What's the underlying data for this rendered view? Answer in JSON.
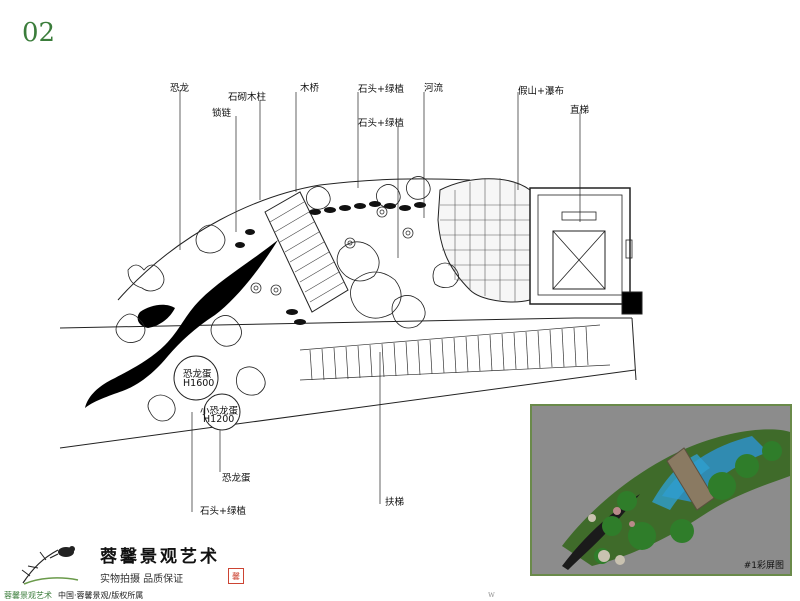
{
  "page_number": "02",
  "plan_labels": {
    "dinosaur": "恐龙",
    "stone_pillar": "石砌木柱",
    "chain": "锁链",
    "wood_bridge": "木桥",
    "stone_plants_1": "石头+绿植",
    "stone_plants_2": "石头+绿植",
    "river": "河流",
    "rockery_waterfall": "假山+瀑布",
    "elevator": "直梯",
    "dino_egg_large": "恐龙蛋",
    "dino_egg_large_h": "H1600",
    "dino_egg_small": "小恐龙蛋",
    "dino_egg_small_h": "H1200",
    "dino_egg_3": "恐龙蛋",
    "stone_plants_3": "石头+绿植",
    "escalator": "扶梯"
  },
  "render": {
    "caption": "#1彩屏图"
  },
  "logo": {
    "title": "蓉馨景观艺术",
    "tagline": "实物拍摄  品质保证",
    "seal": "馨"
  },
  "footer": {
    "brand": "蓉馨景观艺术",
    "copyright": "中国·蓉馨景观/版权所属",
    "dot": "w"
  },
  "colors": {
    "page_number": "#3b7d3b",
    "render_frame": "#6a8a4a",
    "render_bg": "#8c8c8c",
    "water": "#2f8fc0",
    "foliage": "#2f7d2a"
  }
}
